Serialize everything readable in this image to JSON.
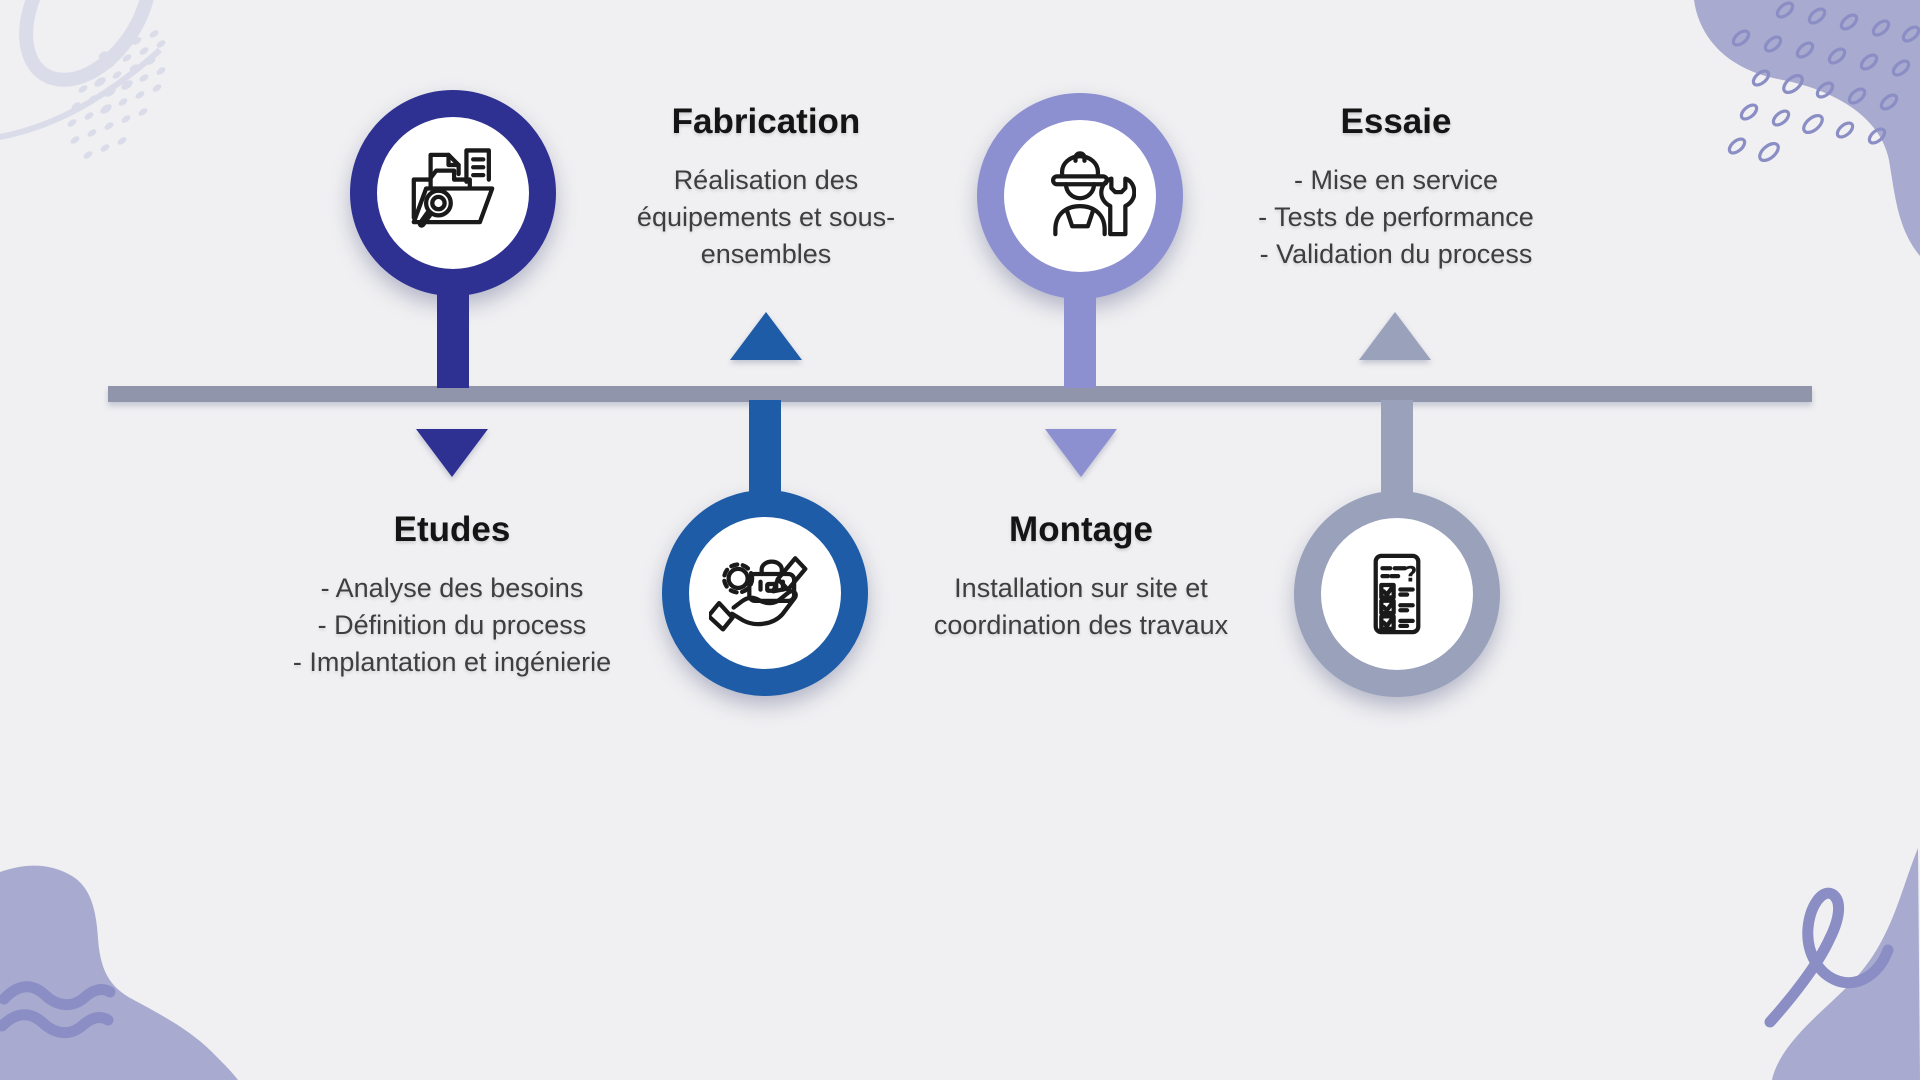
{
  "steps": [
    {
      "id": "etudes",
      "title": "Etudes",
      "description_lines": [
        "- Analyse des besoins",
        "- Définition du process",
        "- Implantation et ingénierie"
      ],
      "accent_color": "#2E3192",
      "icon": "folder-search-icon",
      "circle_position": "above-timeline",
      "text_position": "below-timeline"
    },
    {
      "id": "fabrication",
      "title": "Fabrication",
      "description_lines": [
        "Réalisation des",
        "équipements et sous-",
        "ensembles"
      ],
      "accent_color": "#1E5CA8",
      "icon": "hand-toolbox-icon",
      "circle_position": "below-timeline",
      "text_position": "above-timeline"
    },
    {
      "id": "montage",
      "title": "Montage",
      "description_lines": [
        "Installation sur site et",
        "coordination des travaux"
      ],
      "accent_color": "#8C90D0",
      "icon": "construction-worker-icon",
      "circle_position": "above-timeline",
      "text_position": "below-timeline"
    },
    {
      "id": "essaie",
      "title": "Essaie",
      "description_lines": [
        "- Mise en service",
        "- Tests de performance",
        "- Validation du process"
      ],
      "accent_color": "#99A1BB",
      "icon": "checklist-icon",
      "circle_position": "below-timeline",
      "text_position": "above-timeline"
    }
  ],
  "timeline": {
    "bar_color": "#9095AB"
  },
  "colors": {
    "background": "#F0F0F2",
    "title_text": "#141414",
    "body_text": "#3E3E3E",
    "decoration_light": "#DBDCE9",
    "decoration_blob": "#A8AACF",
    "decoration_accent": "#8A8EC5"
  }
}
